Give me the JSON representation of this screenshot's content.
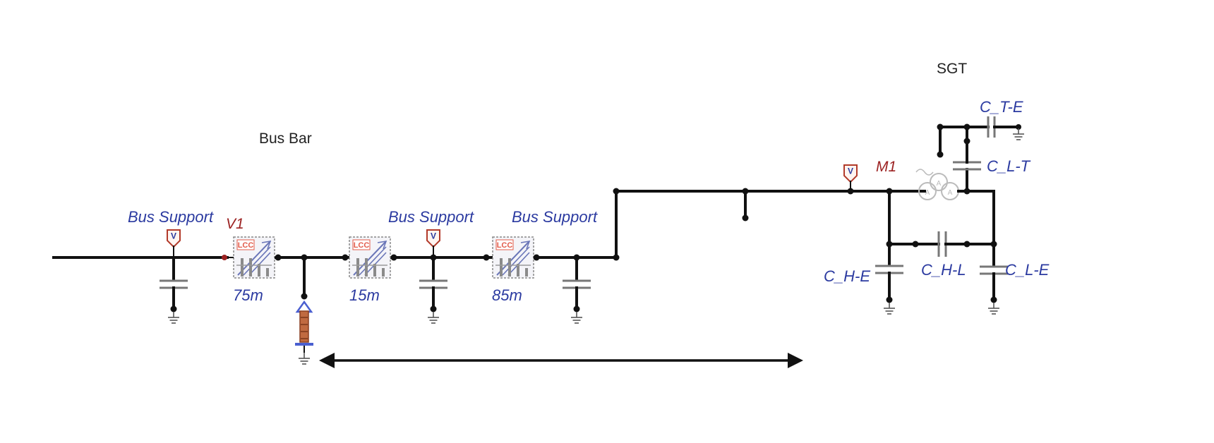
{
  "labels": {
    "bus_bar": "Bus Bar",
    "sgt": "SGT",
    "bus_support_1": "Bus Support",
    "bus_support_2": "Bus Support",
    "bus_support_3": "Bus Support",
    "v1": "V1",
    "m1": "M1",
    "line_1_length": "75m",
    "line_2_length": "15m",
    "line_3_length": "85m",
    "c_te": "C_T-E",
    "c_lt": "C_L-T",
    "c_he": "C_H-E",
    "c_hl": "C_H-L",
    "c_le": "C_L-E"
  },
  "icons": {
    "lcc": "LCC",
    "voltmeter": "V"
  },
  "colors": {
    "wire": "#111111",
    "component_label": "#2b3aa0",
    "probe_label": "#9c2222",
    "lcc_text": "#e25b4a",
    "surge_arrester": "#a0522d"
  }
}
